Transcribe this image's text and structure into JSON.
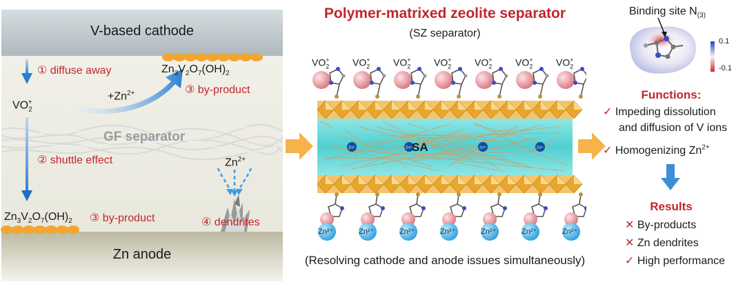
{
  "left_panel": {
    "cathode_label": "V-based cathode",
    "step1_num": "①",
    "step1_text": "diffuse away",
    "vo2_base": "VO",
    "vo2_sub": "2",
    "vo2_sup": "+",
    "top_byproduct": {
      "p1": "Zn",
      "s1": "3",
      "p2": "V",
      "s2": "2",
      "p3": "O",
      "s3": "7",
      "p4": "(OH)",
      "s4": "2"
    },
    "step3_num": "③",
    "step3_text": "by-product",
    "zn_reaction_base": "+Zn",
    "zn_reaction_sup": "2+",
    "separator_label": "GF separator",
    "step2_num": "②",
    "step2_text": "shuttle effect",
    "zn_ion_base": "Zn",
    "zn_ion_sup": "2+",
    "bottom_byproduct": {
      "p1": "Zn",
      "s1": "3",
      "p2": "V",
      "s2": "2",
      "p3": "O",
      "s3": "7",
      "p4": "(OH)",
      "s4": "2"
    },
    "step3b_num": "③",
    "step3b_text": "by-product",
    "step4_num": "④",
    "step4_text": "dendrites",
    "anode_label": "Zn anode"
  },
  "center_panel": {
    "title": "Polymer-matrixed zeolite separator",
    "subtitle": "(SZ separator)",
    "top_ion_base": "VO",
    "top_ion_sub": "2",
    "top_ion_sup": "+",
    "top_ion_count": 7,
    "sa_label": "SA",
    "core_ion_label": "Zn²⁺",
    "core_ion_count": 4,
    "bottom_ion_label": "Zn²⁺",
    "bottom_ion_count": 7,
    "caption": "(Resolving cathode and anode issues simultaneously)"
  },
  "right_panel": {
    "binding_label": "Binding site N",
    "binding_sub": "(3)",
    "scale_max": "0.1",
    "scale_min": "-0.1",
    "functions_heading": "Functions:",
    "function1_line1": "Impeding dissolution",
    "function1_line2": "and diffusion of V ions",
    "function2_base": "Homogenizing Zn",
    "function2_sup": "2+",
    "results_heading": "Results",
    "results": [
      {
        "mark": "✕",
        "text": "By-products"
      },
      {
        "mark": "✕",
        "text": "Zn dendrites"
      },
      {
        "mark": "✓",
        "text": "High performance"
      }
    ],
    "check_mark": "✓"
  },
  "colors": {
    "title_red": "#c0262c",
    "label_red": "#c0262c",
    "arrow_blue": "#2a7fd4",
    "core_cyan": "#5fd6d8",
    "zeolite_orange": "#f0b23a",
    "zn_ball": "#4fb6e8",
    "vo2_ball": "#e59aa0",
    "arrow_orange": "#f5b34a"
  }
}
